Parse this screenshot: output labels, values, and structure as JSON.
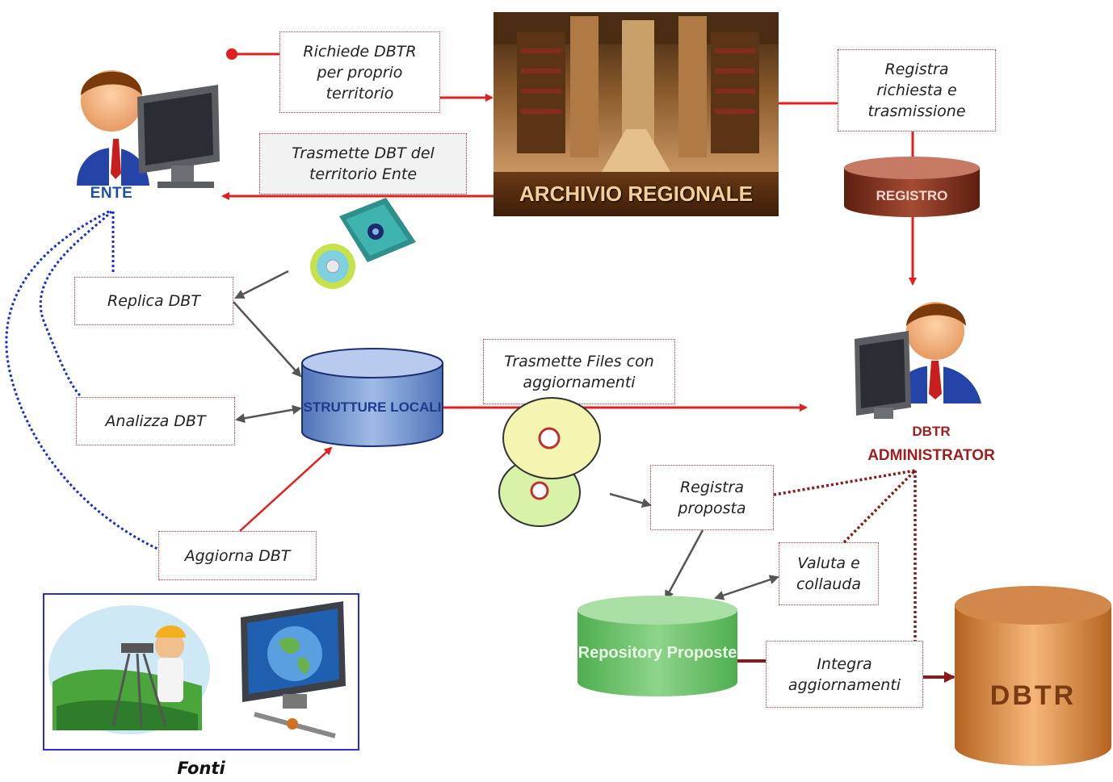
{
  "colors": {
    "flow_red": "#e02020",
    "flow_grey": "#555555",
    "admin_dark_red": "#8b1a1a",
    "dotted_blue": "#1a2fd0"
  },
  "actors": {
    "ente": "ENTE",
    "admin_line1": "DBTR",
    "admin_line2": "ADMINISTRATOR"
  },
  "archive": {
    "label": "ARCHIVIO REGIONALE"
  },
  "databases": {
    "registro": "REGISTRO",
    "strutture": "STRUTTURE LOCALI",
    "repository": "Repository Proposte",
    "dbtr": "DBTR"
  },
  "notes": {
    "richiede": "Richiede DBTR\nper proprio\nterritorio",
    "trasmette_dbt": "Trasmette DBT del\nterritorio Ente",
    "registra_richiesta": "Registra\nrichiesta e\ntrasmissione",
    "replica": "Replica DBT",
    "analizza": "Analizza DBT",
    "aggiorna": "Aggiorna DBT",
    "trasmette_files": "Trasmette Files con\naggiornamenti",
    "registra_proposta": "Registra\nproposta",
    "valuta": "Valuta e\ncollauda",
    "integra": "Integra\naggiornamenti"
  },
  "fonti": {
    "caption": "Fonti"
  }
}
